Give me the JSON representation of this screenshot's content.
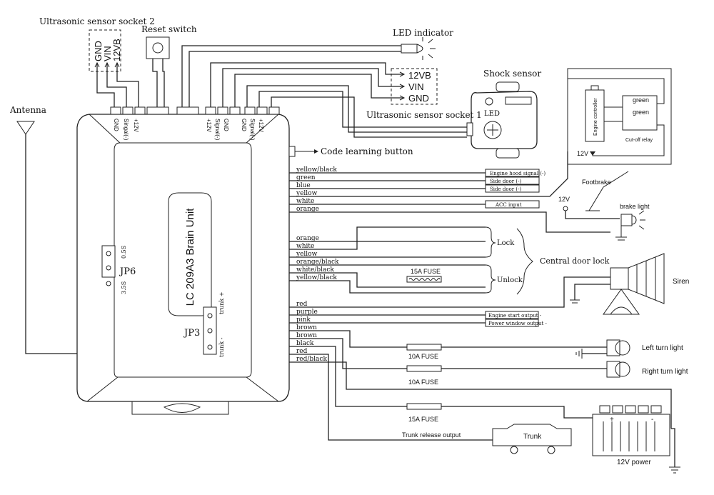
{
  "labels": {
    "ultrasonic2": "Ultrasonic sensor socket 2",
    "reset": "Reset switch",
    "led_indicator": "LED indicator",
    "shock_sensor": "Shock sensor",
    "antenna": "Antenna",
    "ultrasonic1": "Ultrasonic sensor socket 1",
    "led": "LED",
    "code_learning": "Code learning button",
    "brain_unit": "LC 209A3 Brain Unit",
    "jp6": "JP6",
    "jp3": "JP3",
    "t05": "0.5S",
    "t35": "3.5S",
    "trunk_plus": "trunk +",
    "trunk_minus": "trunk -",
    "footbrake": "Footbrake",
    "brake_light": "brake light",
    "v12a": "12V",
    "v12b": "12V",
    "green1": "green",
    "green2": "green",
    "engine_controller": "Engine controller",
    "cutoff": "Cut-off relay",
    "lock": "Lock",
    "unlock": "Unlock",
    "central": "Central door lock",
    "siren": "Siren",
    "left_turn": "Left turn light",
    "right_turn": "Right turn light",
    "trunk": "Trunk",
    "trunk_release": "Trunk release output",
    "power": "12V power",
    "plus": "+",
    "minus": "-"
  },
  "socket2_pins": [
    "GND",
    "VIN",
    "12VB"
  ],
  "socket1_pins": [
    "12VB",
    "VIN",
    "GND"
  ],
  "top_pins": [
    "GND",
    "Singal(-)",
    "+12V",
    "+12V",
    "Signal(-)",
    "GND",
    "+12V",
    "Signal(-)",
    "GND"
  ],
  "wires": [
    "yellow/black",
    "green",
    "blue",
    "yellow",
    "white",
    "orange",
    "orange",
    "white",
    "yellow",
    "orange/black",
    "white/black",
    "yellow/black",
    "red",
    "purple",
    "pink",
    "brown",
    "brown",
    "black",
    "red",
    "red/black"
  ],
  "signal_boxes": [
    "Engine hood signal (-)",
    "Side door (-)",
    "Side door (-)",
    "ACC input",
    "Engine start output -",
    "Power window output -"
  ],
  "fuses": [
    "15A FUSE",
    "10A FUSE",
    "10A FUSE",
    "15A FUSE"
  ]
}
